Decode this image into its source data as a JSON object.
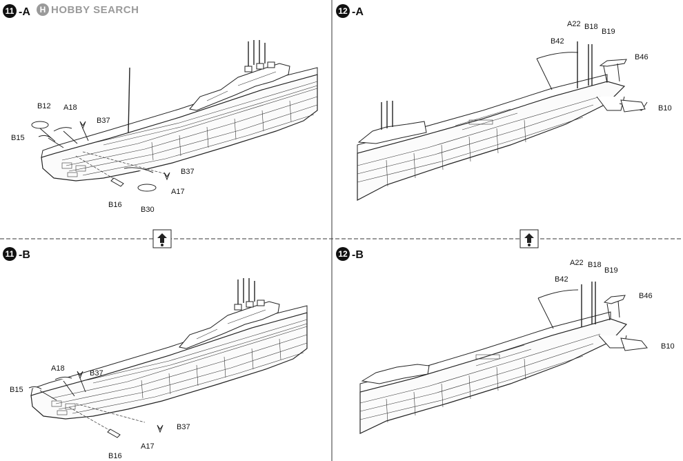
{
  "watermark": {
    "text": "HOBBY SEARCH",
    "logo_letter": "H"
  },
  "panels": {
    "p11a": {
      "step_number": "11",
      "step_suffix": "-A",
      "labels": {
        "b12": "B12",
        "a18": "A18",
        "b37a": "B37",
        "b15": "B15",
        "b37b": "B37",
        "a17": "A17",
        "b16": "B16",
        "b30": "B30"
      }
    },
    "p12a": {
      "step_number": "12",
      "step_suffix": "-A",
      "labels": {
        "a22": "A22",
        "b18": "B18",
        "b19": "B19",
        "b42": "B42",
        "b46": "B46",
        "b10": "B10"
      }
    },
    "p11b": {
      "step_number": "11",
      "step_suffix": "-B",
      "labels": {
        "a18": "A18",
        "b37a": "B37",
        "b15": "B15",
        "b37b": "B37",
        "a17": "A17",
        "b16": "B16"
      }
    },
    "p12b": {
      "step_number": "12",
      "step_suffix": "-B",
      "labels": {
        "a22": "A22",
        "b18": "B18",
        "b19": "B19",
        "b42": "B42",
        "b46": "B46",
        "b10": "B10"
      }
    }
  },
  "icons": {
    "divider_symbol": "flip-over-icon"
  }
}
